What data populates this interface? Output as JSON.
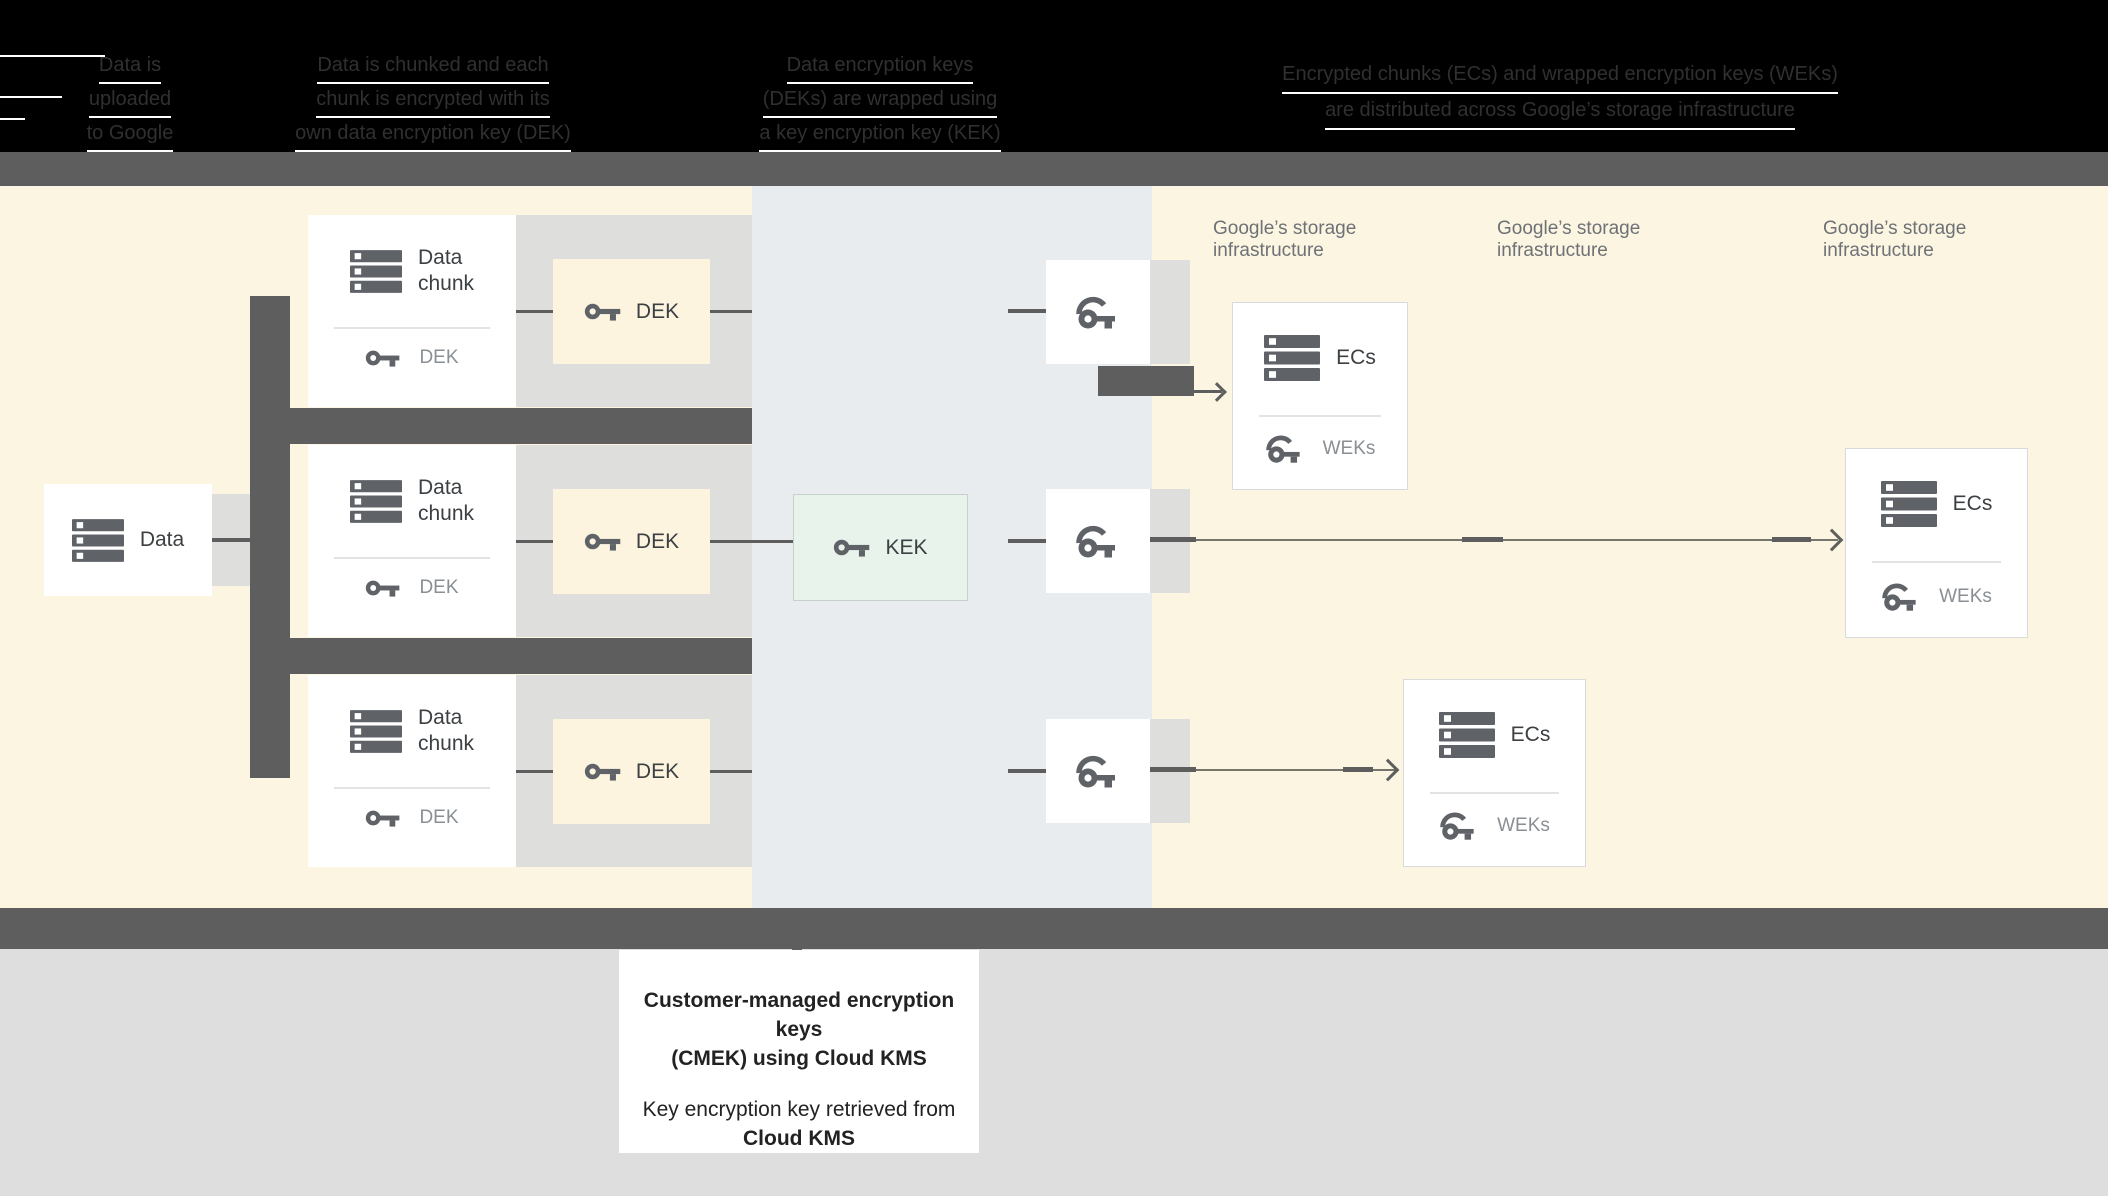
{
  "header": {
    "columns": [
      {
        "lines": [
          "Data is",
          "uploaded",
          "to Google"
        ]
      },
      {
        "lines": [
          "Data is chunked and each",
          "chunk is encrypted with its",
          "own data encryption key (DEK)"
        ]
      },
      {
        "lines": [
          "Data encryption keys",
          "(DEKs) are wrapped using",
          "a key encryption key (KEK)"
        ]
      },
      {
        "lines": [
          "Encrypted chunks (ECs) and wrapped encryption keys (WEKs)",
          "are distributed across Google’s storage infrastructure"
        ]
      }
    ]
  },
  "diagram": {
    "data_card": {
      "label": "Data"
    },
    "chunk_rows": [
      {
        "title_line1": "Data",
        "title_line2": "chunk",
        "footer_key": "DEK",
        "dek_box": "DEK"
      },
      {
        "title_line1": "Data",
        "title_line2": "chunk",
        "footer_key": "DEK",
        "dek_box": "DEK"
      },
      {
        "title_line1": "Data",
        "title_line2": "chunk",
        "footer_key": "DEK",
        "dek_box": "DEK"
      }
    ],
    "kek_box": {
      "label": "KEK"
    },
    "storage_labels": [
      {
        "line1": "Google’s storage",
        "line2": "infrastructure"
      },
      {
        "line1": "Google’s storage",
        "line2": "infrastructure"
      },
      {
        "line1": "Google’s storage",
        "line2": "infrastructure"
      }
    ],
    "ecs_cards": [
      {
        "title": "ECs",
        "footer_key": "WEKs"
      },
      {
        "title": "ECs",
        "footer_key": "WEKs"
      },
      {
        "title": "ECs",
        "footer_key": "WEKs"
      }
    ]
  },
  "caption": {
    "bold_line1": "Customer-managed encryption keys",
    "bold_line2": "(CMEK) using Cloud KMS",
    "line3": "Key encryption key retrieved from",
    "bold_line4": "Cloud KMS"
  },
  "colors": {
    "header_bg": "#000000",
    "dark_bar": "#5E5E5E",
    "cream_bg": "#FCF5E2",
    "kms_column_bg": "#E9ECEE",
    "gray_band": "#DEDEDD",
    "bottom_bg": "#DEDEDE",
    "dek_box_fill": "#FCF4DF",
    "kek_box_fill": "#E7F3EB",
    "icon_gray": "#5F6368",
    "text_dark": "#3C4043",
    "text_gray": "#8A8F94"
  }
}
